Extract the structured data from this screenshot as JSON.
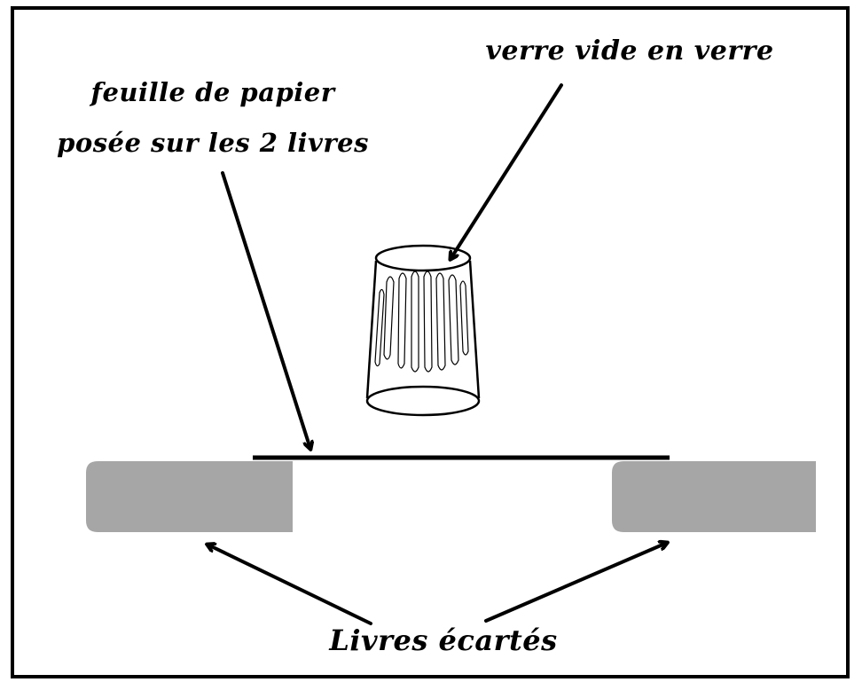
{
  "labels": {
    "paper_line1": "feuille de papier",
    "paper_line2": "posée sur les 2 livres",
    "glass": "verre  vide en verre",
    "books": "Livres écartés"
  },
  "colors": {
    "ink": "#000000",
    "book_fill": "#a6a6a6",
    "background": "#ffffff"
  }
}
